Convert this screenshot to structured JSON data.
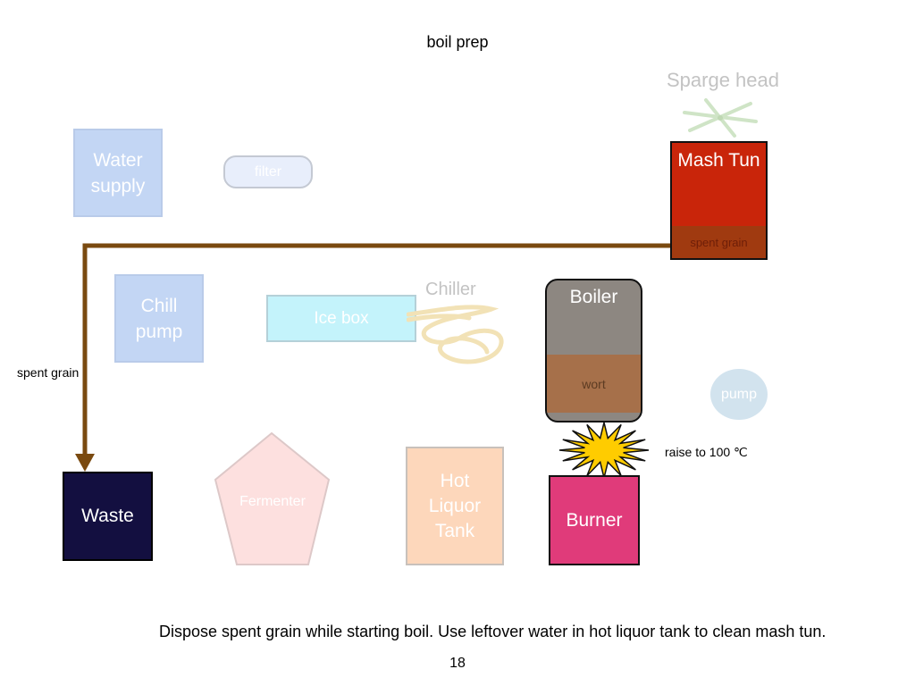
{
  "slide": {
    "title": "boil prep",
    "caption": "Dispose spent grain while starting boil. Use leftover water in hot liquor tank to clean mash tun.",
    "page_number": "18"
  },
  "components": {
    "water_supply": "Water supply",
    "filter": "filter",
    "chill_pump": "Chill pump",
    "ice_box": "Ice box",
    "chiller": "Chiller",
    "sparge_head": "Sparge head",
    "mash_tun": "Mash Tun",
    "mash_tun_contents": "spent grain",
    "boiler": "Boiler",
    "boiler_contents": "wort",
    "pump": "pump",
    "waste": "Waste",
    "fermenter": "Fermenter",
    "hot_liquor_tank": "Hot Liquor Tank",
    "burner": "Burner"
  },
  "annotations": {
    "flow_label": "spent grain",
    "heat_label": "raise to 100 ℃"
  },
  "colors": {
    "flow_pipe": "#7a4a10",
    "burner_flame": "#ffcc00",
    "mash_tun": "#c9250a",
    "burner": "#e03b7a",
    "waste": "#130f40"
  }
}
